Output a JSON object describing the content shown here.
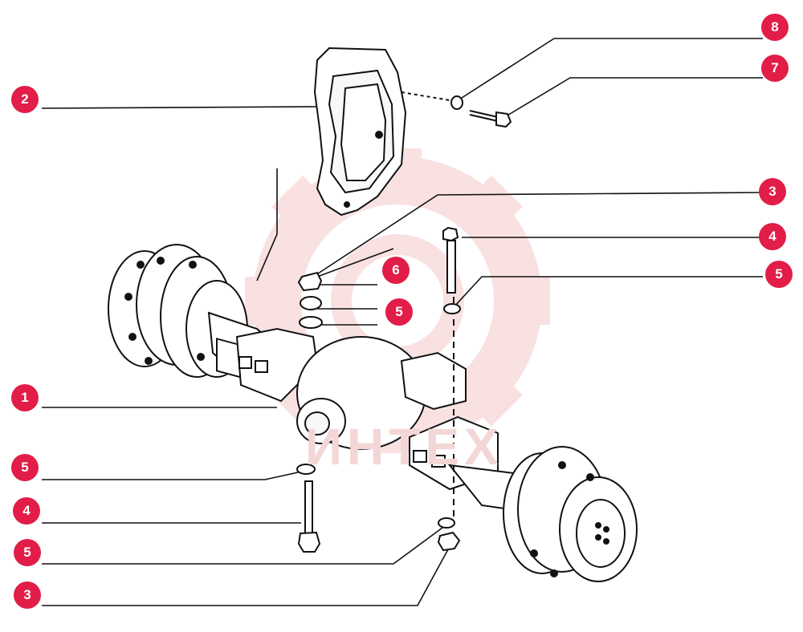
{
  "colors": {
    "badge": "#e11d48",
    "badge_text": "#ffffff",
    "line": "#111111",
    "watermark": "#f5c9c9"
  },
  "watermark": {
    "text": "ИНТЕХ",
    "icon": "gear-logo"
  },
  "callouts": [
    {
      "id": "c1",
      "label": "1",
      "part": "axle housing"
    },
    {
      "id": "c2",
      "label": "2",
      "part": "brake caliper"
    },
    {
      "id": "c3a",
      "label": "3",
      "part": "nut"
    },
    {
      "id": "c3b",
      "label": "3",
      "part": "nut"
    },
    {
      "id": "c4a",
      "label": "4",
      "part": "bolt"
    },
    {
      "id": "c4b",
      "label": "4",
      "part": "bolt"
    },
    {
      "id": "c5a",
      "label": "5",
      "part": "washer"
    },
    {
      "id": "c5b",
      "label": "5",
      "part": "washer"
    },
    {
      "id": "c5c",
      "label": "5",
      "part": "washer"
    },
    {
      "id": "c5d",
      "label": "5",
      "part": "washer"
    },
    {
      "id": "c6",
      "label": "6",
      "part": "washer"
    },
    {
      "id": "c7",
      "label": "7",
      "part": "caliper bolt"
    },
    {
      "id": "c8",
      "label": "8",
      "part": "caliper washer"
    }
  ]
}
